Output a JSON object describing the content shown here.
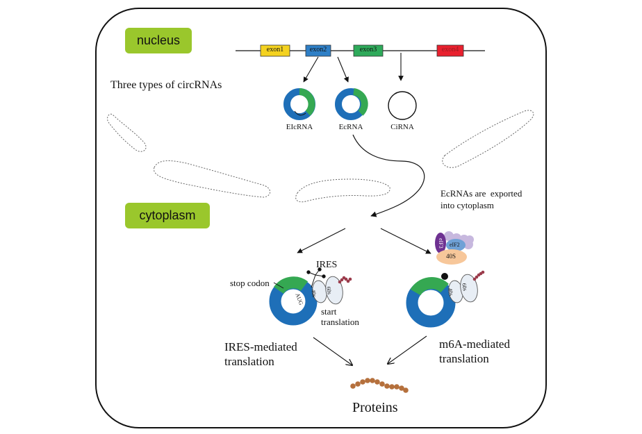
{
  "labels": {
    "nucleus": "nucleus",
    "cytoplasm": "cytoplasm",
    "three_types": "Three types of circRNAs",
    "exons": [
      "exon1",
      "exon2",
      "exon3",
      "exon4"
    ],
    "circ_types": [
      "EIcRNA",
      "EcRNA",
      "CiRNA"
    ],
    "export_note_1": "EcRNAs are  exported",
    "export_note_2": "into cytoplasm",
    "ires": "IRES",
    "stop_codon": "stop codon",
    "aug": "AUG",
    "start_translation_1": "start",
    "start_translation_2": "translation",
    "subunit_40s": "40s",
    "subunit_60s": "60s",
    "eif3": "eIF3",
    "eif2": "eIF2",
    "subunit_40S_big": "40S",
    "ires_mediated_1": "IRES-mediated",
    "ires_mediated_2": "translation",
    "m6a_mediated_1": "m6A-mediated",
    "m6a_mediated_2": "translation",
    "proteins": "Proteins"
  },
  "colors": {
    "green": "#35a852",
    "blue": "#1e6fb8",
    "pill": "#9ac72c",
    "exon1": "#f4d21f",
    "exon2": "#2e7fc6",
    "exon3": "#2eaa5a",
    "exon4": "#e8202e",
    "protein_bead": "#b5703c",
    "peptide_bead": "#9b3b4b",
    "eif3": "#6e3191",
    "eif2": "#6fa1d6",
    "ribosome_40S": "#f7c79a",
    "factor_lilac": "#c7b8de"
  }
}
